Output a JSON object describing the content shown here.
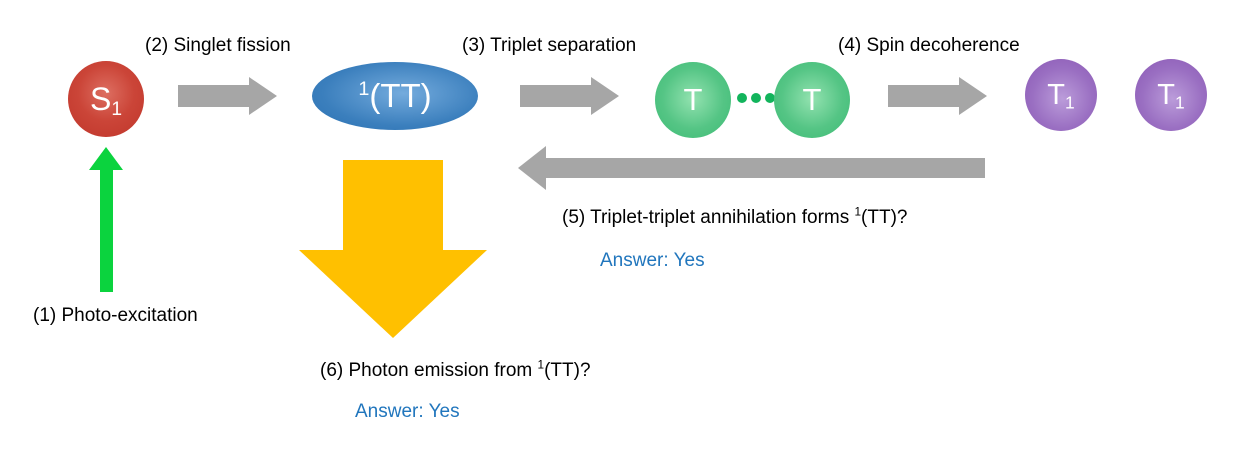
{
  "colors": {
    "background": "#ffffff",
    "singlet_red": "#c43b2e",
    "tt_pair_blue": "#2e75b6",
    "triplet_green": "#41bd78",
    "separation_dot_green": "#12b45c",
    "t1_purple": "#8e5fb8",
    "process_arrow_gray": "#a6a6a6",
    "excitation_arrow_green": "#0bd33e",
    "emission_arrow_orange": "#ffc000",
    "answer_text_blue": "#2176bd",
    "label_text_black": "#000000"
  },
  "states": {
    "s1": {
      "letter": "S",
      "sub": "1"
    },
    "tt": {
      "sup": "1",
      "text": "(TT)"
    },
    "t_left": "T",
    "t_right": "T",
    "t1_left": {
      "letter": "T",
      "sub": "1"
    },
    "t1_right": {
      "letter": "T",
      "sub": "1"
    }
  },
  "steps": {
    "step1": {
      "label": "(1) Photo-excitation"
    },
    "step2": {
      "label": "(2) Singlet fission"
    },
    "step3": {
      "label": "(3) Triplet separation"
    },
    "step4": {
      "label": "(4) Spin decoherence"
    },
    "step5": {
      "prefix": "(5) Triplet-triplet annihilation forms ",
      "sup": "1",
      "suffix": "(TT)?",
      "answer": "Answer: Yes"
    },
    "step6": {
      "prefix": "(6) Photon emission from ",
      "sup": "1",
      "suffix": "(TT)?",
      "answer": "Answer: Yes"
    }
  }
}
